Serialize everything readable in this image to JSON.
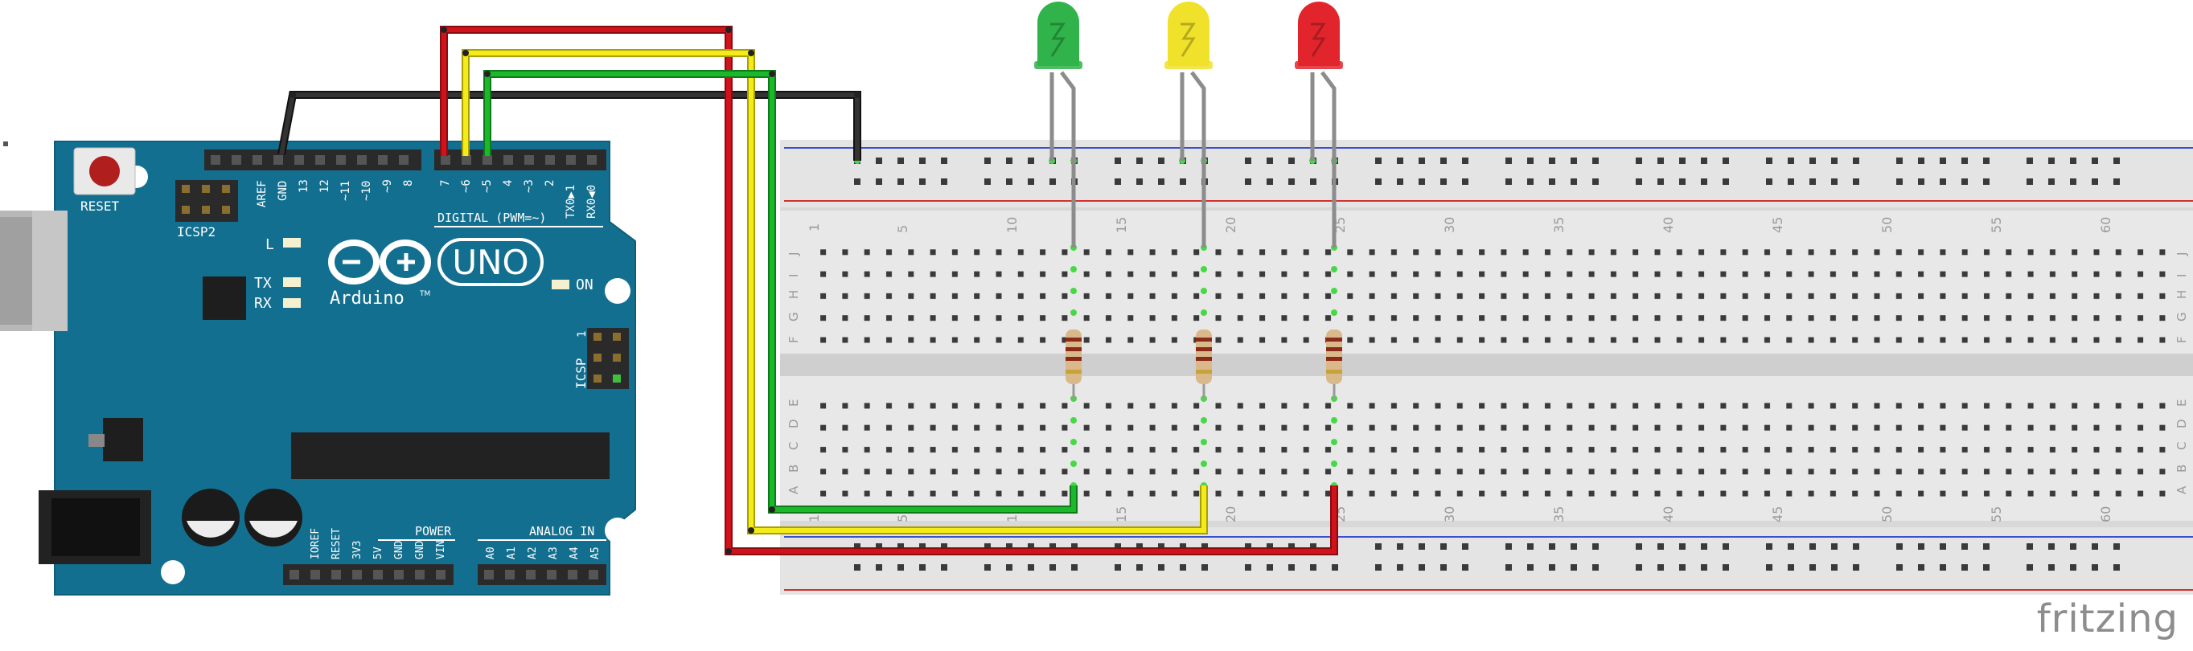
{
  "arduino": {
    "reset_label": "RESET",
    "icsp2_label": "ICSP2",
    "icsp_label": "ICSP",
    "icsp_pin1": "1",
    "brand": "Arduino",
    "tm": "TM",
    "model": "UNO",
    "digital_label": "DIGITAL (PWM=~)",
    "power_label": "POWER",
    "analog_label": "ANALOG IN",
    "led_l": "L",
    "led_tx": "TX",
    "led_rx": "RX",
    "led_on": "ON",
    "top_pins": [
      "AREF",
      "GND",
      "13",
      "12",
      "~11",
      "~10",
      "~9",
      "8",
      "7",
      "~6",
      "~5",
      "4",
      "~3",
      "2",
      "TX0▶1",
      "RX0◀0"
    ],
    "power_pins": [
      "IOREF",
      "RESET",
      "3V3",
      "5V",
      "GND",
      "GND",
      "VIN"
    ],
    "analog_pins": [
      "A0",
      "A1",
      "A2",
      "A3",
      "A4",
      "A5"
    ]
  },
  "breadboard": {
    "column_numbers": [
      "1",
      "5",
      "10",
      "15",
      "20",
      "25",
      "30",
      "35",
      "40",
      "45",
      "50",
      "55",
      "60"
    ],
    "row_letters_top": [
      "J",
      "I",
      "H",
      "G",
      "F"
    ],
    "row_letters_bottom": [
      "E",
      "D",
      "C",
      "B",
      "A"
    ]
  },
  "leds": [
    {
      "name": "green",
      "color": "#2fb34a"
    },
    {
      "name": "yellow",
      "color": "#f0e22a"
    },
    {
      "name": "red",
      "color": "#e2252c"
    }
  ],
  "wires": {
    "red": "#d0121b",
    "yellow": "#f3eb1a",
    "green": "#1ab82a",
    "black": "#1b1b1b"
  },
  "watermark": "fritzing"
}
